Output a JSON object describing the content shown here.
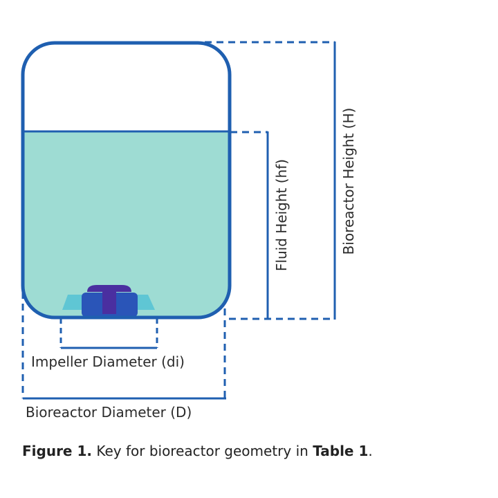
{
  "labels": {
    "bioreactor_height": "Bioreactor Height (H)",
    "fluid_height": "Fluid Height (hf)",
    "impeller_diameter": "Impeller Diameter (di)",
    "bioreactor_diameter": "Bioreactor Diameter (D)"
  },
  "caption": {
    "figure_label": "Figure 1.",
    "text": " Key for bioreactor geometry in ",
    "table_ref": "Table 1",
    "end": "."
  },
  "colors": {
    "vessel_outline": "#1f5fb0",
    "fluid": "#9edcd3",
    "impeller_hub": "#2a55b8",
    "impeller_shaft": "#4a2fa0",
    "impeller_blades": "#5fc6d4",
    "dimension_lines": "#1f5fb0"
  }
}
